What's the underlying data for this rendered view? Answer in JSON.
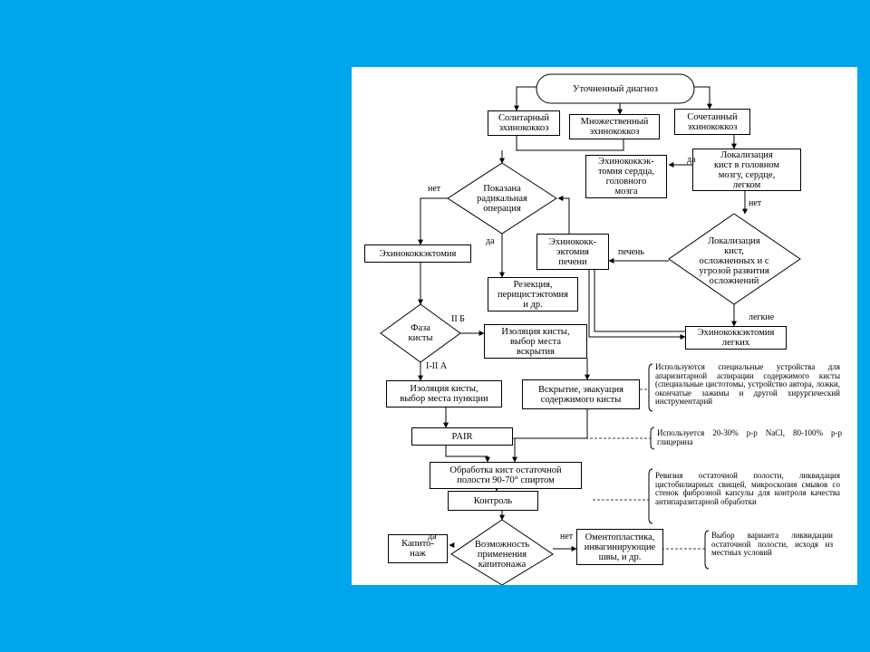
{
  "flowchart": {
    "start": "Уточненный диагноз",
    "solitary": "Солитарный\nэхинококкоз",
    "multiple": "Множественный\nэхинококкоз",
    "combined": "Сочетанный\nэхинококкоз",
    "localization_brain": "Локализация\nкист в головном\nмозгу, сердце,\nлегком",
    "echino_heart": "Эхинококкэк-\nтомия сердца,\nголовного\nмозга",
    "radical_decision": "Показана\nрадикальная\nоперация",
    "echino_ectomy": "Эхинококкэктомия",
    "liver_ectomy": "Эхинококк-\nэктомия\nпечени",
    "complicated_decision": "Локализация\nкист,\nосложненных и с\nугрозой развития\nосложнений",
    "resection": "Резекция,\nперицистэктомия\nи др.",
    "phase_decision": "Фаза\nкисты",
    "isolation_opening": "Изоляция кисты,\nвыбор места\nвскрытия",
    "lung_ectomy": "Эхинококкэктомия\nлегких",
    "isolation_puncture": "Изоляция кисты,\nвыбор места пункции",
    "opening_evacuation": "Вскрытие, эвакуация\nсодержимого кисты",
    "pair": "PAIR",
    "treatment": "Обработка кист остаточной\nполости 90-70° спиртом",
    "control": "Контроль",
    "capitonnage_decision": "Возможность\nприменения\nкапитонажа",
    "capitonnage": "Капито-\nнаж",
    "omentoplasty": "Оментопластика,\nинвагинирующие\nшвы, и др."
  },
  "labels": {
    "yes_brain": "да",
    "no_brain": "нет",
    "no_radical": "нет",
    "yes_radical": "да",
    "liver": "печень",
    "lungs": "легкие",
    "phase_2b": "II Б",
    "phase_1_2a": "I-II А",
    "yes_capitonnage": "да",
    "no_capitonnage": "нет"
  },
  "notes": {
    "devices": "Используются специальные устройства для апаризитарной аспирации содержимого кисты (специальные цистотомы, устройство автора, ложки, окончатые зажимы и другой хирургический инструментарий",
    "solutions": "Используется 20-30% р-р NaCl, 80-100% р-р глицерина",
    "revision": "Ревизия остаточной полости, ликвидация цистобилиарных свищей, микроскопия смывов со стенок фиброзной капсулы для контроля качества антипаразитарной обработки",
    "choice": "Выбор варианта ликвидации остаточной полости, исходя из местных условий"
  }
}
